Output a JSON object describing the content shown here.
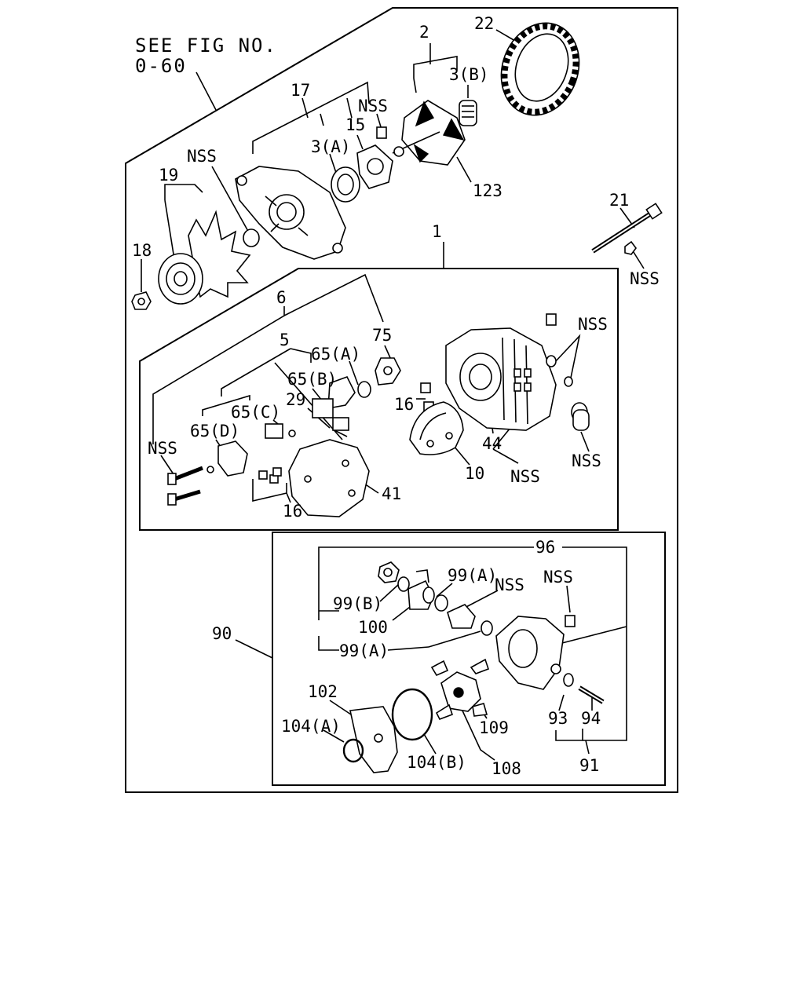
{
  "reference_note": {
    "line1": "SEE FIG NO.",
    "line2": "0-60"
  },
  "parts": {
    "p2": "2",
    "p22": "22",
    "p3b": "3(B)",
    "p17": "17",
    "nss_top": "NSS",
    "p15": "15",
    "p3a": "3(A)",
    "nss_left": "NSS",
    "p19": "19",
    "p123": "123",
    "p21": "21",
    "p1": "1",
    "nss_r1": "NSS",
    "p18": "18",
    "p6": "6",
    "p75": "75",
    "p5": "5",
    "p65a": "65(A)",
    "p65b": "65(B)",
    "nss_r2": "NSS",
    "p29": "29",
    "p65c": "65(C)",
    "p16_right": "16",
    "p65d": "65(D)",
    "nss_ml": "NSS",
    "p44": "44",
    "nss_r3": "NSS",
    "p10": "10",
    "nss_m": "NSS",
    "p41": "41",
    "p16_low": "16",
    "p96": "96",
    "p99a_top": "99(A)",
    "nss_k1": "NSS",
    "nss_k2": "NSS",
    "p99b": "99(B)",
    "p100": "100",
    "p90": "90",
    "p99a_low": "99(A)",
    "p102": "102",
    "p104a": "104(A)",
    "p109": "109",
    "p93": "93",
    "p94": "94",
    "p104b": "104(B)",
    "p108": "108",
    "p91": "91"
  }
}
